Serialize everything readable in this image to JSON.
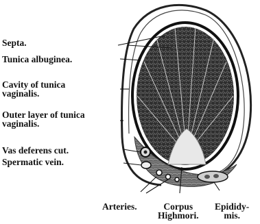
{
  "labels": {
    "septa": "Septa.",
    "tunica_albuginea": "Tunica albuginea.",
    "cavity_line1": "Cavity of tunica",
    "cavity_line2": "vaginalis.",
    "outer_line1": "Outer layer of tunica",
    "outer_line2": "vaginalis.",
    "vas_deferens": "Vas deferens cut.",
    "spermatic_vein": "Spermatic vein.",
    "arteries": "Arteries.",
    "corpus_line1": "Corpus",
    "corpus_line2": "Highmori.",
    "epididymis_line1": "Epididy-",
    "epididymis_line2": "mis."
  }
}
